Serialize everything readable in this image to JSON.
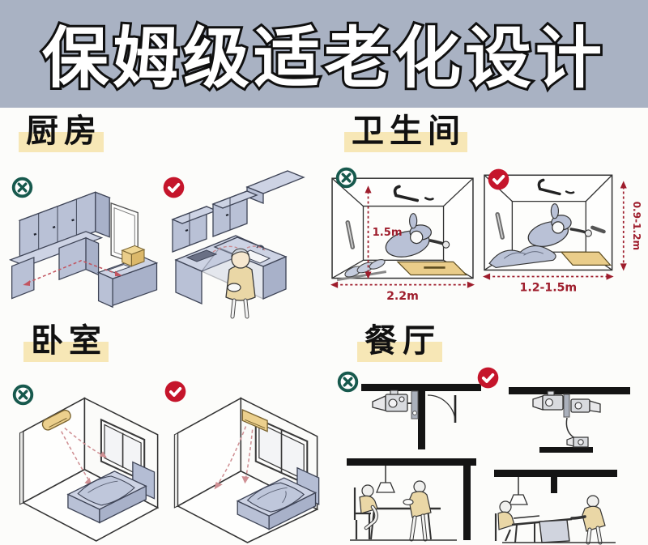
{
  "poster": {
    "title": "保姆级适老化设计"
  },
  "sections": {
    "kitchen": {
      "label": "厨房"
    },
    "bathroom": {
      "label": "卫生间",
      "wrong": {
        "height": "1.5m",
        "width": "2.2m"
      },
      "right": {
        "height": "0.9-1.2m",
        "width": "1.2-1.5m"
      }
    },
    "bedroom": {
      "label": "卧室"
    },
    "dining": {
      "label": "餐厅"
    }
  },
  "icons": {
    "wrong": "x-circle-icon",
    "right": "check-circle-icon"
  },
  "colors": {
    "header_bg": "#a9b2c3",
    "label_highlight": "#f7e7b6",
    "wrong_teal": "#17594d",
    "right_red": "#c5152b",
    "measure_red": "#9e1d2c",
    "furniture_blue": "#b9c1d6",
    "wood_tan": "#eacd8a"
  }
}
